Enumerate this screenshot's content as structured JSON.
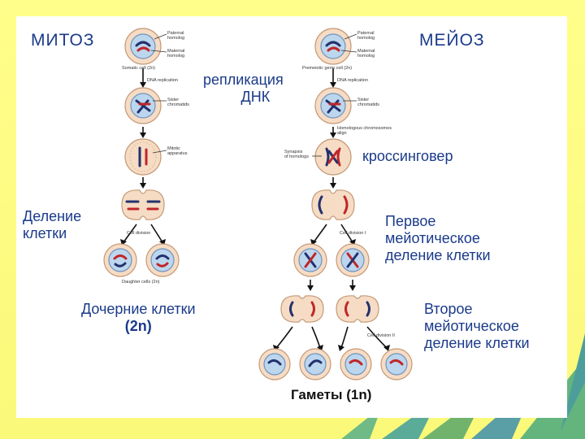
{
  "mitosis": {
    "title": "МИТОЗ",
    "replication": [
      "репликация",
      "ДНК"
    ],
    "cell_division": [
      "Деление",
      "клетки"
    ],
    "daughter_cells": [
      "Дочерние клетки",
      "(2n)"
    ],
    "small": {
      "paternal": [
        "Paternal",
        "homolog"
      ],
      "maternal": [
        "Maternal",
        "homolog"
      ],
      "somatic": "Somatic cell (2n)",
      "dna_replication": "DNA replication",
      "sister": [
        "Sister",
        "chromatids"
      ],
      "mitotic": [
        "Mitotic",
        "apparatus"
      ],
      "cell_division": "Cell division",
      "daughter_small": "Daughter cells (2n)"
    }
  },
  "meiosis": {
    "title": "МЕЙОЗ",
    "crossing_over": "кроссинговер",
    "first_division": [
      "Первое",
      "мейотическое",
      "деление клетки"
    ],
    "second_division": [
      "Второе",
      "мейотическое",
      "деление клетки"
    ],
    "gametes": "Гаметы  (1n)",
    "small": {
      "paternal": [
        "Paternal",
        "homolog"
      ],
      "maternal": [
        "Maternal",
        "homolog"
      ],
      "germ": "Premeiotic germ cell (2n)",
      "dna_replication": "DNA replication",
      "sister": [
        "Sister",
        "chromatids"
      ],
      "homologous": [
        "Homologous chromosomes",
        "align"
      ],
      "synapsis": [
        "Synapsis",
        "of homologs"
      ],
      "cell_division_1": "Cell division I",
      "cell_division_2": "Cell division II"
    }
  },
  "colors": {
    "background": "#fffe8a",
    "label_text": "#1a3a8a",
    "cell_fill": "#f6dcc4",
    "nucleus_fill": "#bcd6ee",
    "chromosome_red": "#c0262a",
    "chromosome_blue": "#23316e",
    "leaves": "#3fa0a0"
  }
}
